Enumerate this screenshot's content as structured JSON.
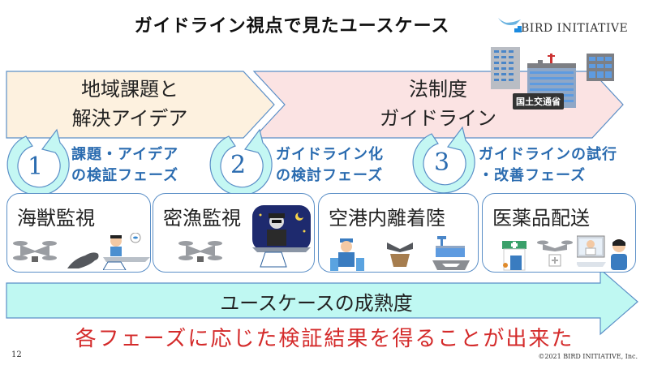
{
  "slide": {
    "title": "ガイドライン視点で見たユースケース",
    "page_number": "12",
    "copyright": "©2021 BIRD INITIATIVE, Inc."
  },
  "logo": {
    "text": "BIRD INITIATIVE",
    "icon": "bird-icon"
  },
  "phases_banner": [
    {
      "line1": "地域課題と",
      "line2": "解決アイデア",
      "fill": "#fdf1df"
    },
    {
      "line1": "法制度",
      "line2": "ガイドライン",
      "fill": "#fbe3e3"
    }
  ],
  "ministry_badge": "国土交通省",
  "phase_steps": [
    {
      "number": "1",
      "line1": "課題・アイデア",
      "line2": "の検証フェーズ"
    },
    {
      "number": "2",
      "line1": "ガイドライン化",
      "line2": "の検討フェーズ"
    },
    {
      "number": "3",
      "line1": "ガイドラインの試行",
      "line2": "・改善フェーズ"
    }
  ],
  "use_cases": [
    {
      "label": "海獣監視",
      "icons": [
        "drone-icon",
        "seal-icon",
        "fisherman-icon",
        "fishing-net-icon"
      ]
    },
    {
      "label": "密漁監視",
      "icons": [
        "drone-icon",
        "poacher-night-icon",
        "fishing-net-icon"
      ]
    },
    {
      "label": "空港内離着陸",
      "icons": [
        "worker-icon",
        "cargo-drone-icon",
        "airport-icon"
      ]
    },
    {
      "label": "医薬品配送",
      "icons": [
        "pharmacy-icon",
        "medical-drone-icon",
        "telemedicine-icon"
      ]
    }
  ],
  "maturity_arrow": {
    "label": "ユースケースの成熟度",
    "fill": "#bff8f2"
  },
  "conclusion": "各フェーズに応じた検証結果を得ることが出来た",
  "colors": {
    "accent_blue": "#2b6cb0",
    "outline_blue": "#5b8fc7",
    "cycle_fill": "#c4f7f3",
    "conclusion_red": "#d42a2a"
  }
}
